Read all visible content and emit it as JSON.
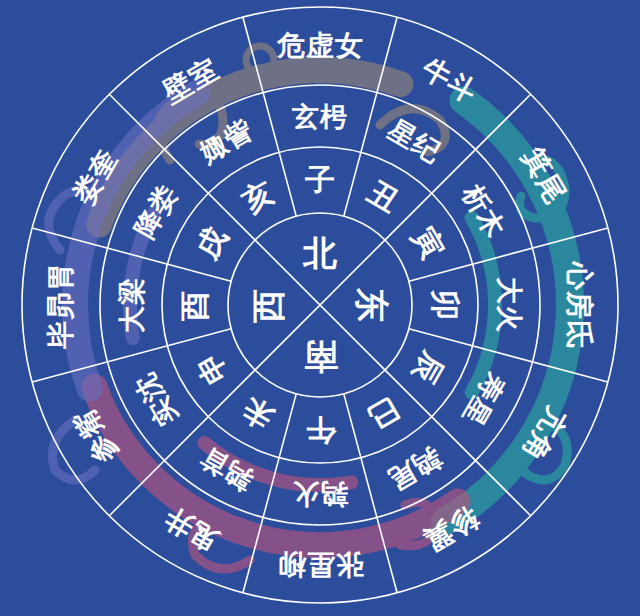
{
  "diagram": {
    "labels": [
      "北",
      "东",
      "南",
      "西",
      "子",
      "丑",
      "寅",
      "卯",
      "辰",
      "巳",
      "午",
      "未",
      "申",
      "酉",
      "戌",
      "亥",
      "玄枵",
      "星纪",
      "析木",
      "大火",
      "寿星",
      "鹑尾",
      "鹑火",
      "鹑首",
      "实沈",
      "大梁",
      "降娄",
      "娵訾",
      "危虚女",
      "牛斗",
      "箕尾",
      "心房氐",
      "亢角",
      "轸翼",
      "张星柳",
      "鬼井",
      "参觜",
      "毕昴胃",
      "娄奎",
      "壁室"
    ]
  }
}
